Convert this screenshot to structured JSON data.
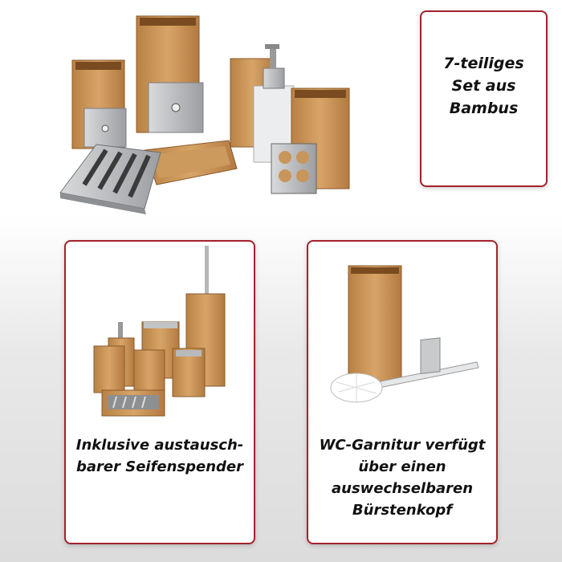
{
  "hero_card": {
    "lines": [
      "7-teiliges",
      "Set aus",
      "Bambus"
    ]
  },
  "soap_card": {
    "lines": [
      "Inklusive austausch-",
      "barer Seifenspender"
    ]
  },
  "toilet_card": {
    "lines": [
      "WC-Garnitur verfügt",
      "über einen",
      "auswechselbaren",
      "Bürstenkopf"
    ]
  },
  "colors": {
    "accent_border": "#a3222c",
    "bamboo": "#c8955a",
    "bamboo_dark": "#9b6a35",
    "steel": "#bfc0c2"
  }
}
